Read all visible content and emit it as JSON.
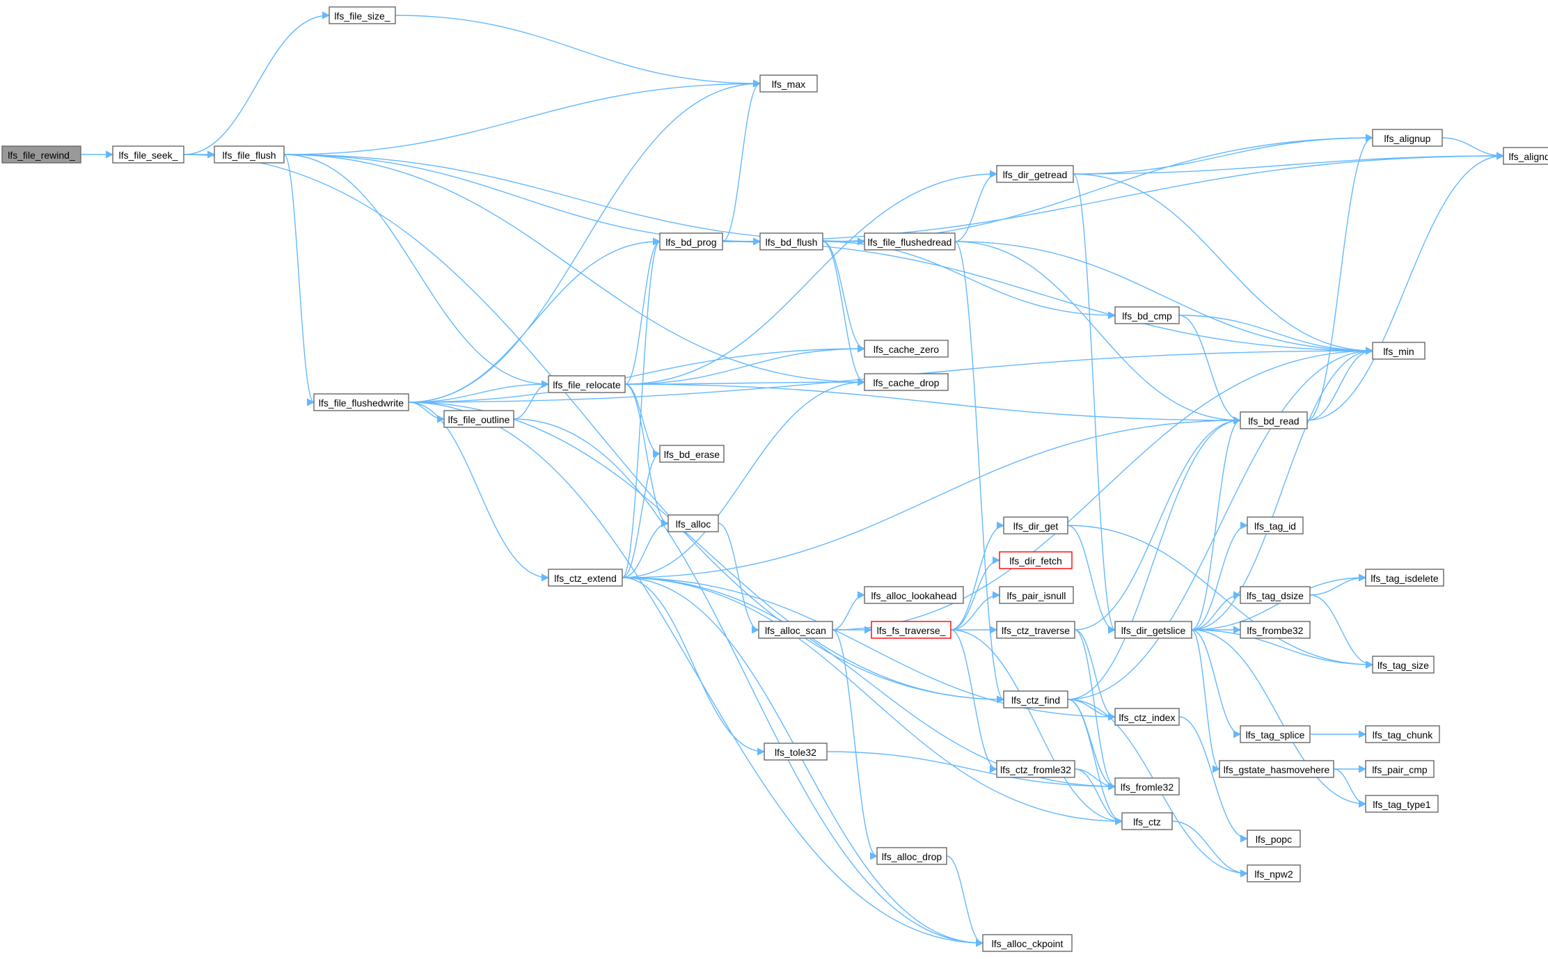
{
  "graph": {
    "colors": {
      "edge": "#63b8ff",
      "node_border": "#666666",
      "node_fill": "#ffffff",
      "root_fill": "#999999",
      "truncated_border": "#ff0000"
    },
    "nodes": [
      {
        "id": "rewind",
        "label": "lfs_file_rewind_",
        "style": "root"
      },
      {
        "id": "seek",
        "label": "lfs_file_seek_"
      },
      {
        "id": "size",
        "label": "lfs_file_size_"
      },
      {
        "id": "flush",
        "label": "lfs_file_flush"
      },
      {
        "id": "max",
        "label": "lfs_max"
      },
      {
        "id": "flushedwrite",
        "label": "lfs_file_flushedwrite"
      },
      {
        "id": "relocate",
        "label": "lfs_file_relocate"
      },
      {
        "id": "outline",
        "label": "lfs_file_outline"
      },
      {
        "id": "bd_prog",
        "label": "lfs_bd_prog"
      },
      {
        "id": "bd_flush",
        "label": "lfs_bd_flush"
      },
      {
        "id": "flushedread",
        "label": "lfs_file_flushedread"
      },
      {
        "id": "dir_getread",
        "label": "lfs_dir_getread"
      },
      {
        "id": "alignup",
        "label": "lfs_alignup"
      },
      {
        "id": "aligndown",
        "label": "lfs_aligndown"
      },
      {
        "id": "bd_cmp",
        "label": "lfs_bd_cmp"
      },
      {
        "id": "cache_zero",
        "label": "lfs_cache_zero"
      },
      {
        "id": "cache_drop",
        "label": "lfs_cache_drop"
      },
      {
        "id": "min",
        "label": "lfs_min"
      },
      {
        "id": "bd_read",
        "label": "lfs_bd_read"
      },
      {
        "id": "bd_erase",
        "label": "lfs_bd_erase"
      },
      {
        "id": "alloc",
        "label": "lfs_alloc"
      },
      {
        "id": "ctz_extend",
        "label": "lfs_ctz_extend"
      },
      {
        "id": "dir_get",
        "label": "lfs_dir_get"
      },
      {
        "id": "dir_fetch",
        "label": "lfs_dir_fetch",
        "style": "truncated"
      },
      {
        "id": "alloc_lookahead",
        "label": "lfs_alloc_lookahead"
      },
      {
        "id": "pair_isnull",
        "label": "lfs_pair_isnull"
      },
      {
        "id": "alloc_scan",
        "label": "lfs_alloc_scan"
      },
      {
        "id": "fs_traverse",
        "label": "lfs_fs_traverse_",
        "style": "truncated"
      },
      {
        "id": "ctz_traverse",
        "label": "lfs_ctz_traverse"
      },
      {
        "id": "dir_getslice",
        "label": "lfs_dir_getslice"
      },
      {
        "id": "tag_id",
        "label": "lfs_tag_id"
      },
      {
        "id": "tag_isdelete",
        "label": "lfs_tag_isdelete"
      },
      {
        "id": "tag_dsize",
        "label": "lfs_tag_dsize"
      },
      {
        "id": "frombe32",
        "label": "lfs_frombe32"
      },
      {
        "id": "tag_size",
        "label": "lfs_tag_size"
      },
      {
        "id": "ctz_find",
        "label": "lfs_ctz_find"
      },
      {
        "id": "ctz_index",
        "label": "lfs_ctz_index"
      },
      {
        "id": "tag_splice",
        "label": "lfs_tag_splice"
      },
      {
        "id": "tag_chunk",
        "label": "lfs_tag_chunk"
      },
      {
        "id": "tole32",
        "label": "lfs_tole32"
      },
      {
        "id": "ctz_fromle32",
        "label": "lfs_ctz_fromle32"
      },
      {
        "id": "gstate_hasmovehere",
        "label": "lfs_gstate_hasmovehere"
      },
      {
        "id": "pair_cmp",
        "label": "lfs_pair_cmp"
      },
      {
        "id": "fromle32",
        "label": "lfs_fromle32"
      },
      {
        "id": "tag_type1",
        "label": "lfs_tag_type1"
      },
      {
        "id": "ctz",
        "label": "lfs_ctz"
      },
      {
        "id": "popc",
        "label": "lfs_popc"
      },
      {
        "id": "alloc_drop",
        "label": "lfs_alloc_drop"
      },
      {
        "id": "npw2",
        "label": "lfs_npw2"
      },
      {
        "id": "alloc_ckpoint",
        "label": "lfs_alloc_ckpoint"
      }
    ],
    "edges": [
      [
        "rewind",
        "seek"
      ],
      [
        "seek",
        "size"
      ],
      [
        "seek",
        "flush"
      ],
      [
        "seek",
        "ctz_find"
      ],
      [
        "size",
        "max"
      ],
      [
        "flush",
        "max"
      ],
      [
        "flush",
        "flushedread"
      ],
      [
        "flush",
        "flushedwrite"
      ],
      [
        "flush",
        "relocate"
      ],
      [
        "flush",
        "bd_flush"
      ],
      [
        "flush",
        "cache_drop"
      ],
      [
        "flushedwrite",
        "max"
      ],
      [
        "flushedwrite",
        "bd_prog"
      ],
      [
        "flushedwrite",
        "relocate"
      ],
      [
        "flushedwrite",
        "outline"
      ],
      [
        "flushedwrite",
        "cache_zero"
      ],
      [
        "flushedwrite",
        "min"
      ],
      [
        "flushedwrite",
        "ctz_extend"
      ],
      [
        "flushedwrite",
        "ctz_find"
      ],
      [
        "flushedwrite",
        "alloc_ckpoint"
      ],
      [
        "outline",
        "relocate"
      ],
      [
        "outline",
        "alloc_ckpoint"
      ],
      [
        "relocate",
        "dir_getread"
      ],
      [
        "relocate",
        "bd_prog"
      ],
      [
        "relocate",
        "cache_zero"
      ],
      [
        "relocate",
        "cache_drop"
      ],
      [
        "relocate",
        "bd_read"
      ],
      [
        "relocate",
        "bd_erase"
      ],
      [
        "relocate",
        "alloc"
      ],
      [
        "bd_prog",
        "max"
      ],
      [
        "bd_prog",
        "bd_flush"
      ],
      [
        "bd_prog",
        "aligndown"
      ],
      [
        "bd_prog",
        "min"
      ],
      [
        "bd_flush",
        "alignup"
      ],
      [
        "bd_flush",
        "cache_zero"
      ],
      [
        "bd_flush",
        "cache_drop"
      ],
      [
        "bd_flush",
        "bd_cmp"
      ],
      [
        "flushedread",
        "dir_getread"
      ],
      [
        "flushedread",
        "min"
      ],
      [
        "flushedread",
        "bd_read"
      ],
      [
        "flushedread",
        "ctz_find"
      ],
      [
        "dir_getread",
        "alignup"
      ],
      [
        "dir_getread",
        "aligndown"
      ],
      [
        "dir_getread",
        "min"
      ],
      [
        "dir_getread",
        "dir_getslice"
      ],
      [
        "alignup",
        "aligndown"
      ],
      [
        "bd_cmp",
        "min"
      ],
      [
        "bd_cmp",
        "bd_read"
      ],
      [
        "bd_read",
        "alignup"
      ],
      [
        "bd_read",
        "aligndown"
      ],
      [
        "bd_read",
        "min"
      ],
      [
        "alloc",
        "alloc_scan"
      ],
      [
        "ctz_extend",
        "bd_prog"
      ],
      [
        "ctz_extend",
        "bd_erase"
      ],
      [
        "ctz_extend",
        "alloc"
      ],
      [
        "ctz_extend",
        "cache_drop"
      ],
      [
        "ctz_extend",
        "bd_read"
      ],
      [
        "ctz_extend",
        "ctz_index"
      ],
      [
        "ctz_extend",
        "tole32"
      ],
      [
        "ctz_extend",
        "fromle32"
      ],
      [
        "ctz_extend",
        "ctz"
      ],
      [
        "ctz_extend",
        "alloc_ckpoint"
      ],
      [
        "alloc_scan",
        "min"
      ],
      [
        "alloc_scan",
        "alloc_lookahead"
      ],
      [
        "alloc_scan",
        "fs_traverse"
      ],
      [
        "alloc_scan",
        "alloc_drop"
      ],
      [
        "fs_traverse",
        "dir_get"
      ],
      [
        "fs_traverse",
        "dir_fetch"
      ],
      [
        "fs_traverse",
        "pair_isnull"
      ],
      [
        "fs_traverse",
        "ctz_traverse"
      ],
      [
        "fs_traverse",
        "ctz_fromle32"
      ],
      [
        "fs_traverse",
        "ctz"
      ],
      [
        "dir_get",
        "dir_getslice"
      ],
      [
        "dir_get",
        "tag_size"
      ],
      [
        "ctz_traverse",
        "bd_read"
      ],
      [
        "ctz_traverse",
        "ctz_index"
      ],
      [
        "ctz_traverse",
        "fromle32"
      ],
      [
        "dir_getslice",
        "bd_read"
      ],
      [
        "dir_getslice",
        "min"
      ],
      [
        "dir_getslice",
        "tag_id"
      ],
      [
        "dir_getslice",
        "tag_isdelete"
      ],
      [
        "dir_getslice",
        "tag_dsize"
      ],
      [
        "dir_getslice",
        "frombe32"
      ],
      [
        "dir_getslice",
        "tag_size"
      ],
      [
        "dir_getslice",
        "tag_splice"
      ],
      [
        "dir_getslice",
        "gstate_hasmovehere"
      ],
      [
        "dir_getslice",
        "tag_type1"
      ],
      [
        "tag_dsize",
        "tag_isdelete"
      ],
      [
        "tag_dsize",
        "tag_size"
      ],
      [
        "tag_splice",
        "tag_chunk"
      ],
      [
        "gstate_hasmovehere",
        "pair_cmp"
      ],
      [
        "gstate_hasmovehere",
        "tag_type1"
      ],
      [
        "ctz_find",
        "bd_read"
      ],
      [
        "ctz_find",
        "min"
      ],
      [
        "ctz_find",
        "ctz_index"
      ],
      [
        "ctz_find",
        "fromle32"
      ],
      [
        "ctz_find",
        "ctz"
      ],
      [
        "ctz_find",
        "npw2"
      ],
      [
        "ctz_index",
        "popc"
      ],
      [
        "tole32",
        "fromle32"
      ],
      [
        "ctz_fromle32",
        "fromle32"
      ],
      [
        "ctz_fromle32",
        "ctz"
      ],
      [
        "ctz",
        "npw2"
      ],
      [
        "alloc_drop",
        "alloc_ckpoint"
      ]
    ]
  }
}
